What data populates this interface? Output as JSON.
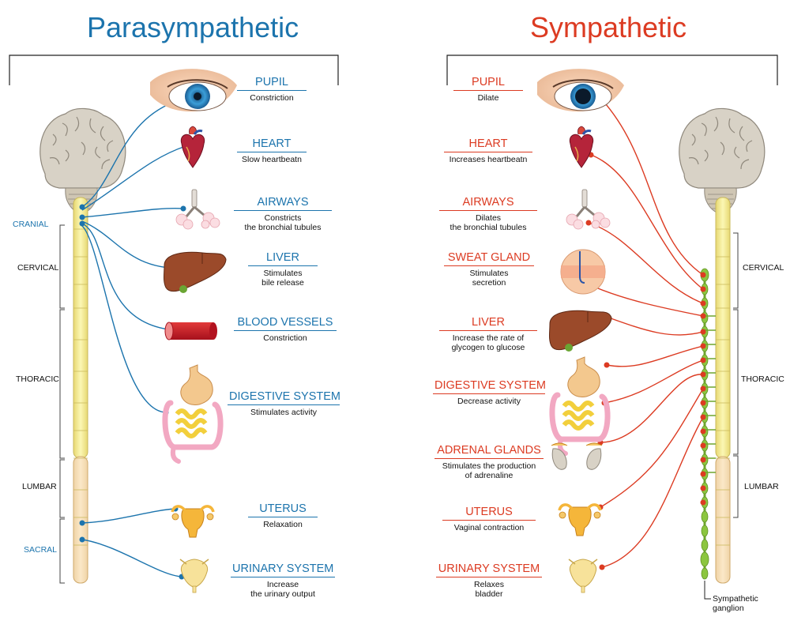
{
  "titles": {
    "parasympathetic": "Parasympathetic",
    "sympathetic": "Sympathetic"
  },
  "colors": {
    "parasympathetic": "#1c74ad",
    "sympathetic": "#dc3b22",
    "spinal_cord": "#f6f2a0",
    "ganglion": "#8cc63f"
  },
  "parasympathetic": {
    "regions": [
      "CRANIAL",
      "CERVICAL",
      "THORACIC",
      "LUMBAR",
      "SACRAL"
    ],
    "organs": [
      {
        "name": "PUPIL",
        "effect": "Constriction"
      },
      {
        "name": "HEART",
        "effect": "Slow heartbeatn"
      },
      {
        "name": "AIRWAYS",
        "effect": "Constricts\nthe bronchial tubules"
      },
      {
        "name": "LIVER",
        "effect": "Stimulates\nbile release"
      },
      {
        "name": "BLOOD VESSELS",
        "effect": "Constriction"
      },
      {
        "name": "DIGESTIVE SYSTEM",
        "effect": "Stimulates activity"
      },
      {
        "name": "UTERUS",
        "effect": "Relaxation"
      },
      {
        "name": "URINARY SYSTEM",
        "effect": "Increase\nthe urinary output"
      }
    ]
  },
  "sympathetic": {
    "regions": [
      "CERVICAL",
      "THORACIC",
      "LUMBAR"
    ],
    "ganglion_label": "Sympathetic\nganglion",
    "organs": [
      {
        "name": "PUPIL",
        "effect": "Dilate"
      },
      {
        "name": "HEART",
        "effect": "Increases heartbeatn"
      },
      {
        "name": "AIRWAYS",
        "effect": "Dilates\nthe bronchial tubules"
      },
      {
        "name": "SWEAT GLAND",
        "effect": "Stimulates\nsecretion"
      },
      {
        "name": "LIVER",
        "effect": "Increase the rate of\nglycogen to glucose"
      },
      {
        "name": "DIGESTIVE SYSTEM",
        "effect": "Decrease activity"
      },
      {
        "name": "ADRENAL GLANDS",
        "effect": "Stimulates the production\nof adrenaline"
      },
      {
        "name": "UTERUS",
        "effect": "Vaginal contraction"
      },
      {
        "name": "URINARY SYSTEM",
        "effect": "Relaxes\nbladder"
      }
    ]
  }
}
